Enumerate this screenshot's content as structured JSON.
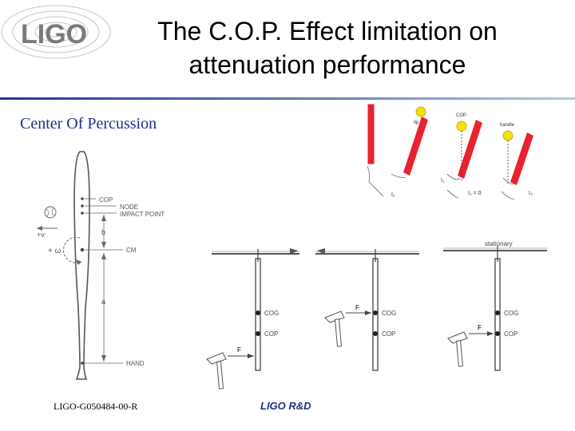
{
  "header": {
    "logo_text": "LIGO",
    "title_line1": "The C.O.P. Effect limitation on",
    "title_line2": "attenuation performance"
  },
  "subtitle": "Center Of Percussion",
  "bat_figure": {
    "labels": {
      "cop": "COP",
      "node": "NODE",
      "impact_point": "IMPACT POINT",
      "b": "b",
      "cm": "CM",
      "a": "a",
      "hand": "HAND",
      "plus_v": "+v",
      "plus_omega": "+ ω"
    }
  },
  "hammer_figures": {
    "cog": "COG",
    "cop": "COP",
    "force": "F",
    "stationary": "stationary"
  },
  "swing_figure": {
    "tip": "tip",
    "cop": "COP",
    "handle": "handle",
    "i1": "I₁",
    "i2": "I₂",
    "i2_eq": "I₂ = 0",
    "i3": "I₃"
  },
  "footer": {
    "doc_id": "LIGO-G050484-00-R",
    "rd": "LIGO R&D"
  },
  "colors": {
    "title_rule": "#1d3a8a",
    "subtitle": "#1f2f8a",
    "bat_red": "#e8222e",
    "ball_yellow": "#f2e200"
  }
}
